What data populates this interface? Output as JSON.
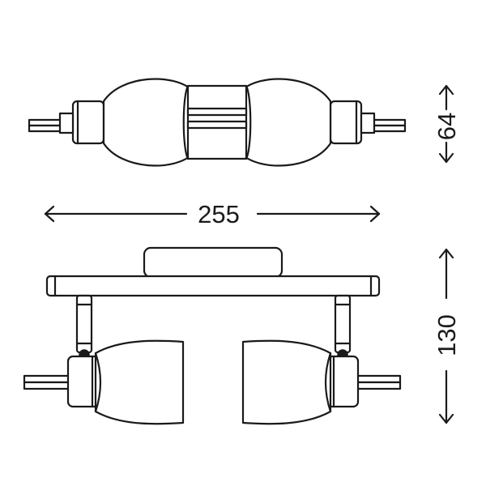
{
  "dimensions": {
    "width": "255",
    "depth": "64",
    "height": "130"
  },
  "colors": {
    "stroke": "#1a1a1a",
    "background": "#ffffff"
  }
}
